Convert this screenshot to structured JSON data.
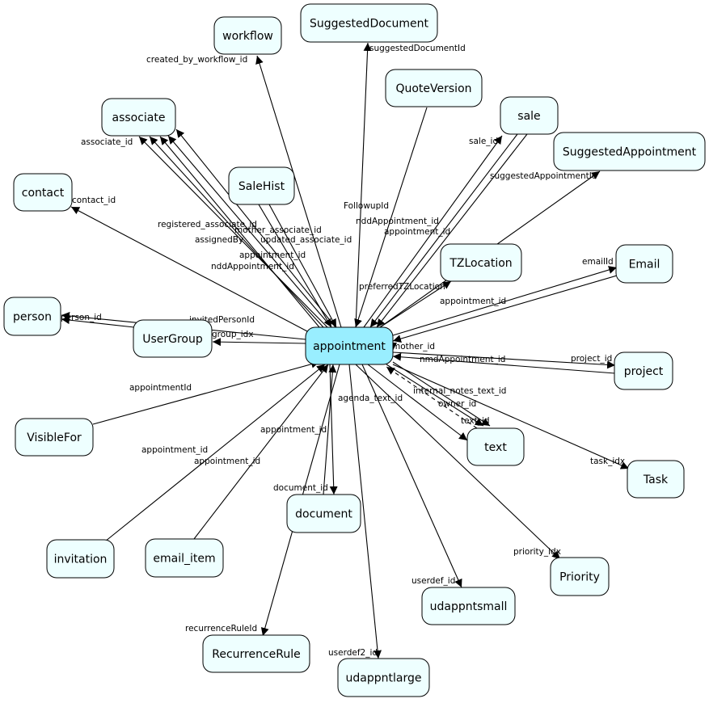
{
  "diagram": {
    "center": "appointment",
    "colors": {
      "center_fill": "#99eeff",
      "node_fill": "#eeffff",
      "stroke": "#000000"
    },
    "nodes": [
      {
        "id": "appointment",
        "label": "appointment"
      },
      {
        "id": "workflow",
        "label": "workflow"
      },
      {
        "id": "SuggestedDocument",
        "label": "SuggestedDocument"
      },
      {
        "id": "QuoteVersion",
        "label": "QuoteVersion"
      },
      {
        "id": "sale",
        "label": "sale"
      },
      {
        "id": "SuggestedAppointment",
        "label": "SuggestedAppointment"
      },
      {
        "id": "associate",
        "label": "associate"
      },
      {
        "id": "contact",
        "label": "contact"
      },
      {
        "id": "SaleHist",
        "label": "SaleHist"
      },
      {
        "id": "TZLocation",
        "label": "TZLocation"
      },
      {
        "id": "Email",
        "label": "Email"
      },
      {
        "id": "person",
        "label": "person"
      },
      {
        "id": "UserGroup",
        "label": "UserGroup"
      },
      {
        "id": "project",
        "label": "project"
      },
      {
        "id": "text",
        "label": "text"
      },
      {
        "id": "VisibleFor",
        "label": "VisibleFor"
      },
      {
        "id": "Task",
        "label": "Task"
      },
      {
        "id": "document",
        "label": "document"
      },
      {
        "id": "invitation",
        "label": "invitation"
      },
      {
        "id": "email_item",
        "label": "email_item"
      },
      {
        "id": "Priority",
        "label": "Priority"
      },
      {
        "id": "udappntsmall",
        "label": "udappntsmall"
      },
      {
        "id": "RecurrenceRule",
        "label": "RecurrenceRule"
      },
      {
        "id": "udappntlarge",
        "label": "udappntlarge"
      }
    ],
    "edges": [
      {
        "from": "appointment",
        "to": "workflow",
        "label": "created_by_workflow_id"
      },
      {
        "from": "appointment",
        "to": "SuggestedDocument",
        "label": "suggestedDocumentId"
      },
      {
        "from": "QuoteVersion",
        "to": "appointment",
        "label": "FollowupId"
      },
      {
        "from": "appointment",
        "to": "sale",
        "label": "sale_id"
      },
      {
        "from": "sale",
        "to": "appointment",
        "label": "nddAppointment_id"
      },
      {
        "from": "sale",
        "to": "appointment",
        "label": "appointment_id"
      },
      {
        "from": "appointment",
        "to": "SuggestedAppointment",
        "label": "suggestedAppointmentId"
      },
      {
        "from": "appointment",
        "to": "associate",
        "label": "associate_id"
      },
      {
        "from": "appointment",
        "to": "associate",
        "label": "registered_associate_id"
      },
      {
        "from": "appointment",
        "to": "associate",
        "label": "assignedBy"
      },
      {
        "from": "appointment",
        "to": "associate",
        "label": "updated_associate_id"
      },
      {
        "from": "appointment",
        "to": "associate",
        "label": "mother_associate_id"
      },
      {
        "from": "appointment",
        "to": "contact",
        "label": "contact_id"
      },
      {
        "from": "SaleHist",
        "to": "appointment",
        "label": "appointment_id"
      },
      {
        "from": "SaleHist",
        "to": "appointment",
        "label": "nddAppointment_id"
      },
      {
        "from": "appointment",
        "to": "TZLocation",
        "label": "preferredTZLocation"
      },
      {
        "from": "appointment",
        "to": "Email",
        "label": "emailId"
      },
      {
        "from": "Email",
        "to": "appointment",
        "label": "appointment_id"
      },
      {
        "from": "appointment",
        "to": "person",
        "label": "person_id"
      },
      {
        "from": "UserGroup",
        "to": "person",
        "label": "invitedPersonId"
      },
      {
        "from": "appointment",
        "to": "UserGroup",
        "label": "group_idx"
      },
      {
        "from": "appointment",
        "to": "project",
        "label": "project_id"
      },
      {
        "from": "project",
        "to": "appointment",
        "label": "nmdAppointment_id"
      },
      {
        "from": "appointment",
        "to": "appointment",
        "label": "mother_id"
      },
      {
        "from": "appointment",
        "to": "text",
        "label": "internal_notes_text_id"
      },
      {
        "from": "appointment",
        "to": "text",
        "label": "owner_id"
      },
      {
        "from": "appointment",
        "to": "text",
        "label": "agenda_text_id"
      },
      {
        "from": "text",
        "to": "appointment",
        "label": "text_id"
      },
      {
        "from": "VisibleFor",
        "to": "appointment",
        "label": "appointmentId"
      },
      {
        "from": "appointment",
        "to": "Task",
        "label": "task_idx"
      },
      {
        "from": "appointment",
        "to": "document",
        "label": "document_id"
      },
      {
        "from": "document",
        "to": "appointment",
        "label": "appointment_id"
      },
      {
        "from": "invitation",
        "to": "appointment",
        "label": "appointment_id"
      },
      {
        "from": "email_item",
        "to": "appointment",
        "label": "appointment_id"
      },
      {
        "from": "appointment",
        "to": "Priority",
        "label": "priority_idx"
      },
      {
        "from": "appointment",
        "to": "udappntsmall",
        "label": "userdef_id"
      },
      {
        "from": "appointment",
        "to": "RecurrenceRule",
        "label": "recurrenceRuleId"
      },
      {
        "from": "appointment",
        "to": "udappntlarge",
        "label": "userdef2_id"
      }
    ]
  }
}
